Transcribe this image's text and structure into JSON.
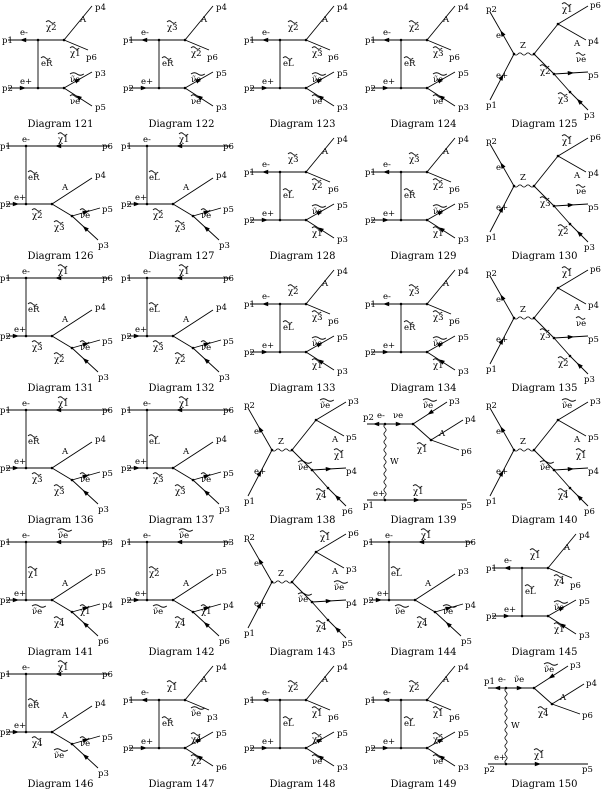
{
  "diagrams": [
    {
      "caption": "Diagram 121",
      "kind": "t4",
      "labels": {
        "a": "p1",
        "b": "p2",
        "c": "e-",
        "d": "e+",
        "e": "eR",
        "f": "χ2",
        "g": "χ1",
        "h": "A",
        "i": "ν̃e",
        "j": "νe",
        "k": "p4",
        "l": "p6",
        "m": "p3",
        "n": "p5"
      }
    },
    {
      "caption": "Diagram 122",
      "kind": "t4",
      "labels": {
        "a": "p1",
        "b": "p2",
        "c": "e-",
        "d": "e+",
        "e": "eR",
        "f": "χ3",
        "g": "χ2",
        "h": "A",
        "i": "ν̃e",
        "j": "νe",
        "k": "p4",
        "l": "p6",
        "m": "p5",
        "n": "p3"
      }
    },
    {
      "caption": "Diagram 123",
      "kind": "t5",
      "labels": {
        "a": "p1",
        "b": "p2",
        "c": "e-",
        "d": "e+",
        "e": "eL",
        "f": "χ2",
        "g": "χ3",
        "h": "A",
        "i": "ν̃e",
        "j": "νe",
        "k": "p4",
        "l": "p6",
        "m": "p5",
        "n": "p3"
      }
    },
    {
      "caption": "Diagram 124",
      "kind": "t5",
      "labels": {
        "a": "p1",
        "b": "p2",
        "c": "e-",
        "d": "e+",
        "e": "eR",
        "f": "χ2",
        "g": "χ3",
        "h": "A",
        "i": "ν̃e",
        "j": "νe",
        "k": "p4",
        "l": "p6",
        "m": "p5",
        "n": "p3"
      }
    },
    {
      "caption": "Diagram 125",
      "kind": "s",
      "labels": {
        "a": "p2",
        "b": "p1",
        "c": "e-",
        "d": "e+",
        "e": "Z",
        "f": "χ1",
        "g": "χ2",
        "h": "A",
        "i": "χ3",
        "j": "νe",
        "k": "p6",
        "l": "p4",
        "m": "p5",
        "n": "p3"
      }
    },
    {
      "caption": "Diagram 126",
      "kind": "t3",
      "labels": {
        "a": "p1",
        "b": "p2",
        "c": "e-",
        "d": "e+",
        "e": "eR",
        "f": "χ1",
        "g": "χ2",
        "h": "A",
        "i": "χ3",
        "j": "νe",
        "k": "p6",
        "l": "p4",
        "m": "p5",
        "n": "p3"
      }
    },
    {
      "caption": "Diagram 127",
      "kind": "t3",
      "labels": {
        "a": "p1",
        "b": "p2",
        "c": "e-",
        "d": "e+",
        "e": "eL",
        "f": "χ1",
        "g": "χ2",
        "h": "A",
        "i": "χ3",
        "j": "νe",
        "k": "p6",
        "l": "p4",
        "m": "p5",
        "n": "p3"
      }
    },
    {
      "caption": "Diagram 128",
      "kind": "t5",
      "labels": {
        "a": "p1",
        "b": "p2",
        "c": "e-",
        "d": "e+",
        "e": "eL",
        "f": "χ3",
        "g": "χ2",
        "h": "A",
        "i": "ν̃e",
        "j": "χ1",
        "k": "p4",
        "l": "p6",
        "m": "p5",
        "n": "p3"
      }
    },
    {
      "caption": "Diagram 129",
      "kind": "t5",
      "labels": {
        "a": "p1",
        "b": "p2",
        "c": "e-",
        "d": "e+",
        "e": "eR",
        "f": "χ3",
        "g": "χ2",
        "h": "A",
        "i": "ν̃e",
        "j": "χ1",
        "k": "p4",
        "l": "p6",
        "m": "p5",
        "n": "p3"
      }
    },
    {
      "caption": "Diagram 130",
      "kind": "s",
      "labels": {
        "a": "p2",
        "b": "p1",
        "c": "e-",
        "d": "e+",
        "e": "Z",
        "f": "χ1",
        "g": "χ3",
        "h": "A",
        "i": "χ2",
        "j": "νe",
        "k": "p6",
        "l": "p4",
        "m": "p5",
        "n": "p3"
      }
    },
    {
      "caption": "Diagram 131",
      "kind": "t3",
      "labels": {
        "a": "p1",
        "b": "p2",
        "c": "e-",
        "d": "e+",
        "e": "eR",
        "f": "χ1",
        "g": "χ3",
        "h": "A",
        "i": "χ2",
        "j": "νe",
        "k": "p6",
        "l": "p4",
        "m": "p5",
        "n": "p3"
      }
    },
    {
      "caption": "Diagram 132",
      "kind": "t3",
      "labels": {
        "a": "p1",
        "b": "p2",
        "c": "e-",
        "d": "e+",
        "e": "eL",
        "f": "χ1",
        "g": "χ3",
        "h": "A",
        "i": "χ2",
        "j": "νe",
        "k": "p6",
        "l": "p4",
        "m": "p5",
        "n": "p3"
      }
    },
    {
      "caption": "Diagram 133",
      "kind": "t5",
      "labels": {
        "a": "p1",
        "b": "p2",
        "c": "e-",
        "d": "e+",
        "e": "eL",
        "f": "χ2",
        "g": "χ3",
        "h": "A",
        "i": "ν̃e",
        "j": "χ1",
        "k": "p4",
        "l": "p6",
        "m": "p5",
        "n": "p3"
      }
    },
    {
      "caption": "Diagram 134",
      "kind": "t5",
      "labels": {
        "a": "p1",
        "b": "p2",
        "c": "e-",
        "d": "e+",
        "e": "eR",
        "f": "χ3",
        "g": "χ3",
        "h": "A",
        "i": "ν̃e",
        "j": "χ1",
        "k": "p4",
        "l": "p6",
        "m": "p5",
        "n": "p3"
      }
    },
    {
      "caption": "Diagram 135",
      "kind": "s",
      "labels": {
        "a": "p2",
        "b": "p1",
        "c": "e-",
        "d": "e+",
        "e": "Z",
        "f": "χ1",
        "g": "χ3",
        "h": "A",
        "i": "χ2",
        "j": "νe",
        "k": "p6",
        "l": "p4",
        "m": "p5",
        "n": "p3"
      }
    },
    {
      "caption": "Diagram 136",
      "kind": "t3",
      "labels": {
        "a": "p1",
        "b": "p2",
        "c": "e-",
        "d": "e+",
        "e": "eR",
        "f": "χ1",
        "g": "χ3",
        "h": "A",
        "i": "χ3",
        "j": "νe",
        "k": "p6",
        "l": "p4",
        "m": "p5",
        "n": "p3"
      }
    },
    {
      "caption": "Diagram 137",
      "kind": "t3",
      "labels": {
        "a": "p1",
        "b": "p2",
        "c": "e-",
        "d": "e+",
        "e": "eL",
        "f": "χ1",
        "g": "χ3",
        "h": "A",
        "i": "χ3",
        "j": "νe",
        "k": "p6",
        "l": "p4",
        "m": "p5",
        "n": "p3"
      }
    },
    {
      "caption": "Diagram 138",
      "kind": "s2",
      "labels": {
        "a": "p2",
        "b": "p1",
        "c": "e-",
        "d": "e+",
        "e": "Z",
        "f": "ν̃e",
        "g": "ν̃e",
        "h": "A",
        "i": "χ4",
        "j": "χ1",
        "k": "p3",
        "l": "p5",
        "m": "p4",
        "n": "p6"
      }
    },
    {
      "caption": "Diagram 139",
      "kind": "w",
      "labels": {
        "a": "p1",
        "b": "p2",
        "c": "e-",
        "d": "e+",
        "e": "W",
        "f": "νe",
        "g": "ν̃e",
        "h": "A",
        "i": "χ1",
        "j": "χ1",
        "k": "p3",
        "l": "p5",
        "m": "p4",
        "n": "p6"
      }
    },
    {
      "caption": "Diagram 140",
      "kind": "s2",
      "labels": {
        "a": "p2",
        "b": "p1",
        "c": "e-",
        "d": "e+",
        "e": "Z",
        "f": "ν̃e",
        "g": "ν̃e",
        "h": "A",
        "i": "χ4",
        "j": "χ1",
        "k": "p3",
        "l": "p5",
        "m": "p4",
        "n": "p6"
      }
    },
    {
      "caption": "Diagram 141",
      "kind": "t6",
      "labels": {
        "a": "p1",
        "b": "p2",
        "c": "e-",
        "d": "e+",
        "e": "χ1",
        "f": "ν̃e",
        "g": "ν̃e",
        "h": "A",
        "i": "χ4",
        "j": "χ1",
        "k": "p3",
        "l": "p5",
        "m": "p4",
        "n": "p6"
      }
    },
    {
      "caption": "Diagram 142",
      "kind": "t6",
      "labels": {
        "a": "p1",
        "b": "p2",
        "c": "e-",
        "d": "e+",
        "e": "χ2",
        "f": "ν̃e",
        "g": "ν̃e",
        "h": "A",
        "i": "χ4",
        "j": "χ1",
        "k": "p3",
        "l": "p5",
        "m": "p4",
        "n": "p6"
      }
    },
    {
      "caption": "Diagram 143",
      "kind": "s3",
      "labels": {
        "a": "p2",
        "b": "p1",
        "c": "e-",
        "d": "e+",
        "e": "Z",
        "f": "χ1",
        "g": "ν̃e",
        "h": "A",
        "i": "χ4",
        "j": "ν̃e",
        "k": "p6",
        "l": "p3",
        "m": "p4",
        "n": "p5"
      }
    },
    {
      "caption": "Diagram 144",
      "kind": "t3",
      "labels": {
        "a": "p1",
        "b": "p2",
        "c": "e-",
        "d": "e+",
        "e": "eL",
        "f": "χ1",
        "g": "ν̃e",
        "h": "A",
        "i": "χ4",
        "j": "ν̃e",
        "k": "p6",
        "l": "p3",
        "m": "p4",
        "n": "p5"
      }
    },
    {
      "caption": "Diagram 145",
      "kind": "t5",
      "labels": {
        "a": "p1",
        "b": "p2",
        "c": "e-",
        "d": "e+",
        "e": "eL",
        "f": "χ1",
        "g": "χ4",
        "h": "A",
        "i": "ν̃e",
        "j": "χ1",
        "k": "p4",
        "l": "p6",
        "m": "p5",
        "n": "p3"
      }
    },
    {
      "caption": "Diagram 146",
      "kind": "t3",
      "labels": {
        "a": "p1",
        "b": "p2",
        "c": "e-",
        "d": "e+",
        "e": "eR",
        "f": "χ1",
        "g": "χ4",
        "h": "A",
        "i": "ν̃e",
        "j": "νe",
        "k": "p6",
        "l": "p4",
        "m": "p5",
        "n": "p3"
      }
    },
    {
      "caption": "Diagram 147",
      "kind": "t5",
      "labels": {
        "a": "p1",
        "b": "p2",
        "c": "e-",
        "d": "e+",
        "e": "eR",
        "f": "χ1",
        "g": "ν̃e",
        "h": "A",
        "i": "χ4",
        "j": "χ2",
        "k": "p4",
        "l": "p3",
        "m": "p5",
        "n": "p6"
      }
    },
    {
      "caption": "Diagram 148",
      "kind": "t4",
      "labels": {
        "a": "p1",
        "b": "p2",
        "c": "e-",
        "d": "e+",
        "e": "eL",
        "f": "χ2",
        "g": "χ1",
        "h": "A",
        "i": "χ2",
        "j": "νe",
        "k": "p4",
        "l": "p6",
        "m": "p5",
        "n": "p3"
      }
    },
    {
      "caption": "Diagram 149",
      "kind": "t4",
      "labels": {
        "a": "p1",
        "b": "p2",
        "c": "e-",
        "d": "e+",
        "e": "eL",
        "f": "χ2",
        "g": "χ1",
        "h": "A",
        "i": "χ2",
        "j": "νe",
        "k": "p4",
        "l": "p6",
        "m": "p5",
        "n": "p3"
      }
    },
    {
      "caption": "Diagram 150",
      "kind": "w2",
      "labels": {
        "a": "p2",
        "b": "p1",
        "c": "e-",
        "d": "e+",
        "e": "W",
        "f": "ν̃e",
        "g": "ν̃e",
        "h": "A",
        "i": "χ4",
        "j": "χ1",
        "k": "p3",
        "l": "p5",
        "m": "p4",
        "n": "p6"
      }
    }
  ]
}
